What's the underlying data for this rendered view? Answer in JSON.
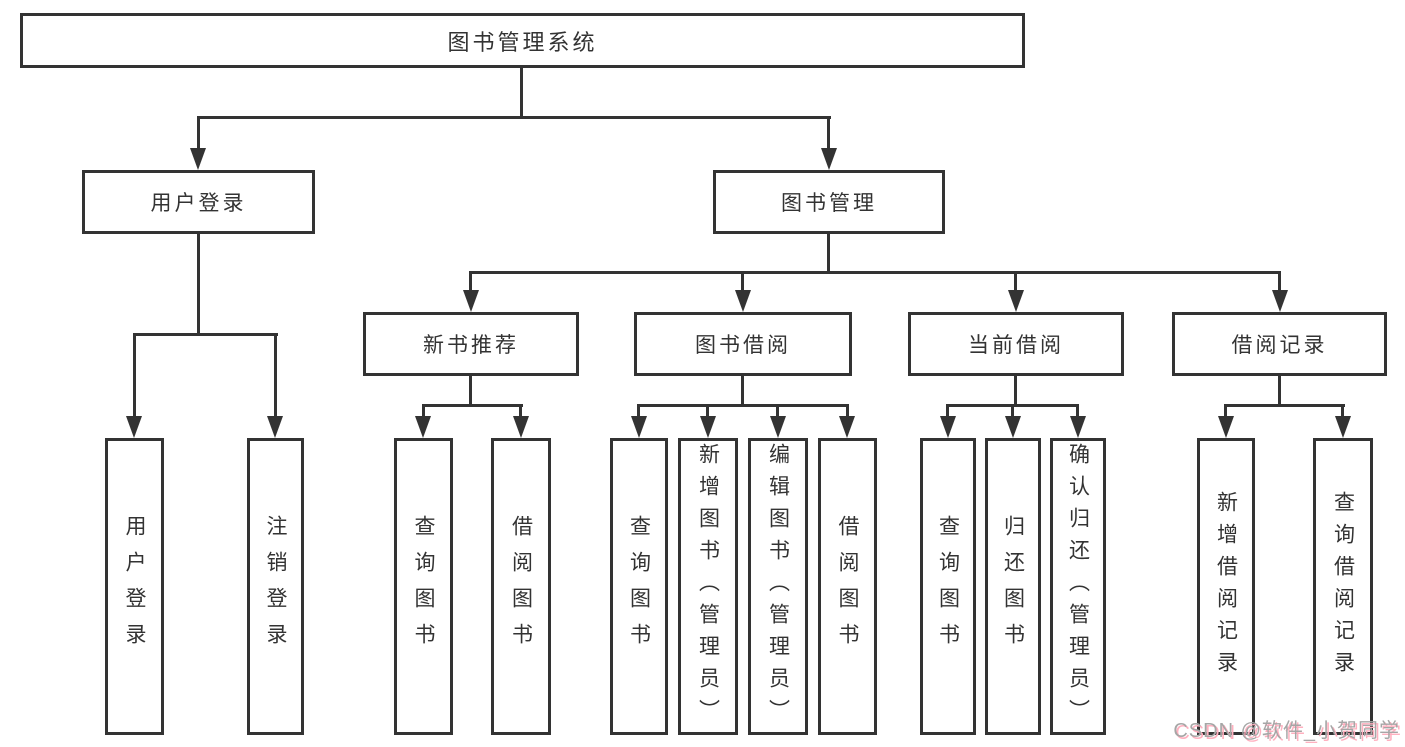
{
  "tree": {
    "root": {
      "label": "图书管理系统"
    },
    "user_login": {
      "label": "用户登录",
      "children": [
        "用户登录",
        "注销登录"
      ]
    },
    "book_mgmt": {
      "label": "图书管理",
      "sections": [
        {
          "label": "新书推荐",
          "children": [
            "查询图书",
            "借阅图书"
          ]
        },
        {
          "label": "图书借阅",
          "children": [
            "查询图书",
            "新增图书（管理员）",
            "编辑图书（管理员）",
            "借阅图书"
          ]
        },
        {
          "label": "当前借阅",
          "children": [
            "查询图书",
            "归还图书",
            "确认归还（管理员）"
          ]
        },
        {
          "label": "借阅记录",
          "children": [
            "新增借阅记录",
            "查询借阅记录"
          ]
        }
      ]
    }
  },
  "watermark": "CSDN @软件_小贺同学",
  "colors": {
    "line": "#333333",
    "text": "#333333",
    "background": "#ffffff",
    "watermark": "#a6a6a6",
    "watermark_shadow": "#ffb0bf"
  }
}
